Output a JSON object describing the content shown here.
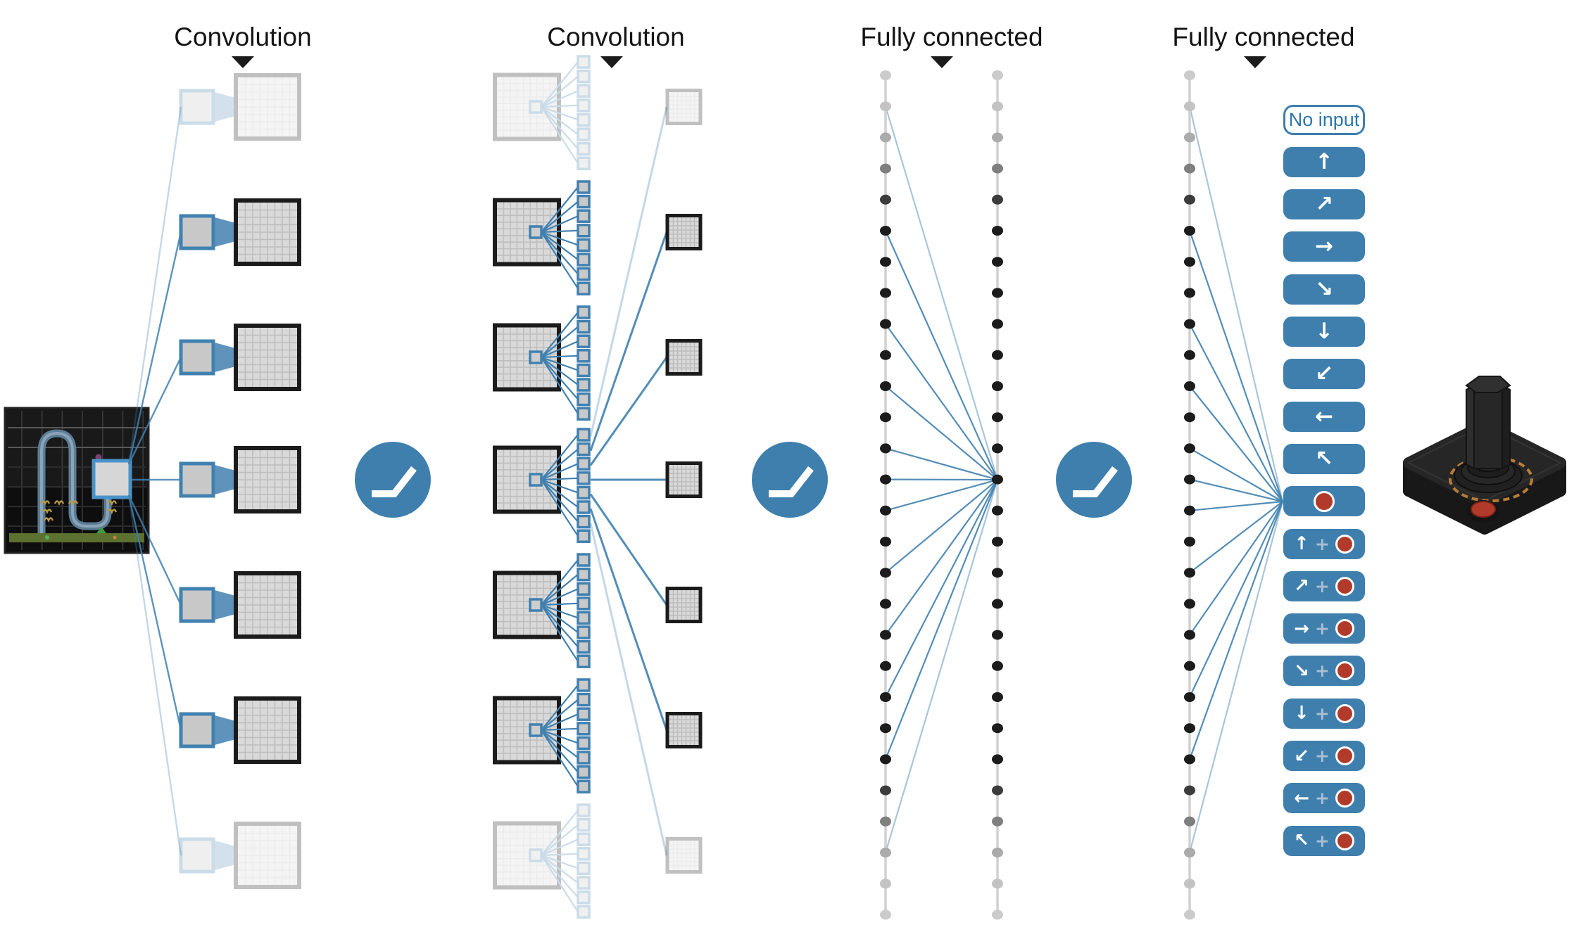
{
  "figure": {
    "layer_labels": [
      "Convolution",
      "Convolution",
      "Fully connected",
      "Fully connected"
    ],
    "pointer_icon": "triangle-down-icon",
    "relu_icon": "relu-activation-icon",
    "input_thumbnail": "atari-game-screen",
    "output_device": "atari-joystick",
    "conv1": {
      "feature_maps": 7,
      "faded_rows": [
        0,
        6
      ]
    },
    "conv2": {
      "feature_maps": 7,
      "filter_stack_size": 8,
      "output_maps": 7,
      "faded_rows": [
        0,
        6
      ]
    },
    "fc1": {
      "dots_per_column": 28,
      "fan_source_indices": [
        1,
        5,
        8,
        10,
        12,
        13,
        14,
        16,
        18,
        20,
        22,
        25
      ]
    },
    "fc2": {
      "dots_per_column": 28,
      "fan_source_indices": [
        1,
        5,
        8,
        10,
        12,
        13,
        14,
        16,
        18,
        20,
        22,
        25
      ]
    },
    "actions": {
      "no_input_label": "No input",
      "direction_glyphs": [
        "↑",
        "↗",
        "→",
        "↘",
        "↓",
        "↙",
        "←",
        "↖"
      ],
      "fire_name": "fire",
      "plus_glyph": "+",
      "combo_glyphs": [
        "↑",
        "↗",
        "→",
        "↘",
        "↓",
        "↙",
        "←",
        "↖"
      ]
    },
    "colors": {
      "accent_blue": "#4181b0",
      "relu_blue": "#3f7fad",
      "button_blue": "#3f7fad",
      "fire_red": "#b23a2a",
      "ink": "#1b1b1b",
      "dot_black": "#1c1c1c",
      "faded_gray": "#c9c9c9",
      "map_fill": "#d9d9d9",
      "grid_line": "#bdbdbd"
    }
  }
}
